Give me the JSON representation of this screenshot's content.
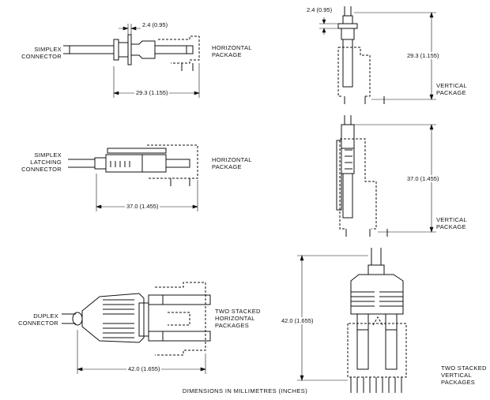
{
  "simplex": {
    "connector_label": [
      "SIMPLEX",
      "CONNECTOR"
    ],
    "horizontal_label": [
      "HORIZONTAL",
      "PACKAGE"
    ],
    "vertical_label": [
      "VERTICAL",
      "PACKAGE"
    ],
    "flange_dim": "2.4 (0.95)",
    "length_dim": "29.3 (1.155)"
  },
  "latching": {
    "connector_label": [
      "SIMPLEX",
      "LATCHING",
      "CONNECTOR"
    ],
    "horizontal_label": [
      "HORIZONTAL",
      "PACKAGE"
    ],
    "vertical_label": [
      "VERTICAL",
      "PACKAGE"
    ],
    "length_dim": "37.0 (1.455)"
  },
  "duplex": {
    "connector_label": [
      "DUPLEX",
      "CONNECTOR"
    ],
    "horizontal_label": [
      "TWO STACKED",
      "HORIZONTAL",
      "PACKAGES"
    ],
    "vertical_label": [
      "TWO STACKED",
      "VERTICAL",
      "PACKAGES"
    ],
    "length_dim": "42.0 (1.655)"
  },
  "caption": "DIMENSIONS IN MILLIMETRES (INCHES)"
}
